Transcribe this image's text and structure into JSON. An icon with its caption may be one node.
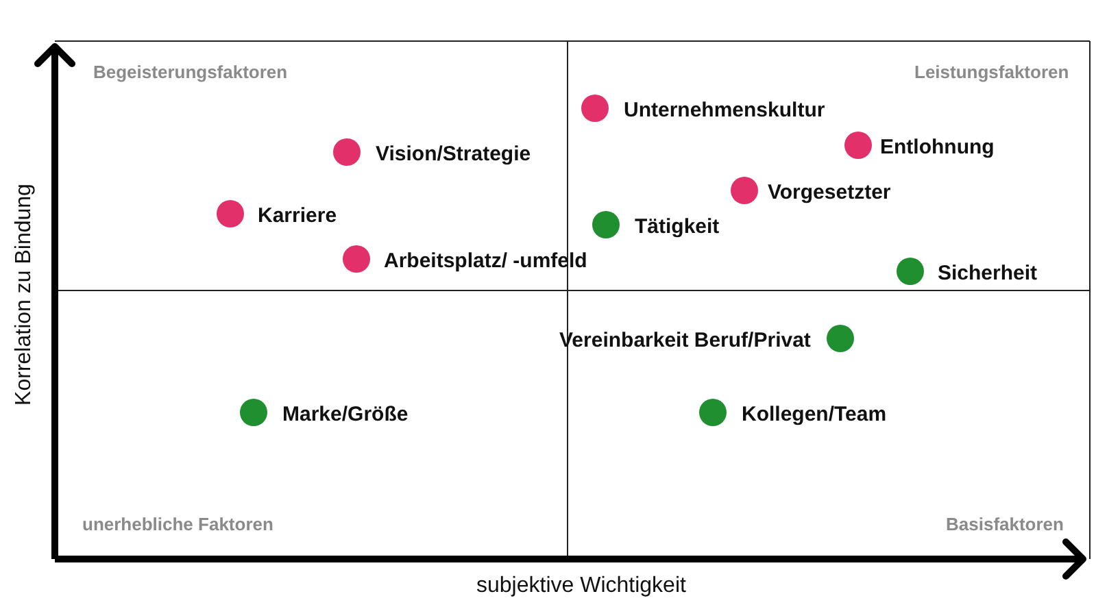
{
  "diagram": {
    "labels": [
      "Begeisterungsfaktoren",
      "Leistungsfaktoren",
      "Unternehmenskultur",
      "Vision/Strategie",
      "Entlohnung",
      "Vorgesetzter",
      "Karriere",
      "Tätigkeit",
      "Arbeitsplatz/ -umfeld",
      "Sicherheit",
      "Vereinbarkeit Beruf/Privat",
      "Marke/Größe",
      "Kollegen/Team",
      "unerhebliche Faktoren",
      "Basisfaktoren",
      "Korrelation zu Bindung",
      "subjektive Wichtigkeit"
    ]
  }
}
